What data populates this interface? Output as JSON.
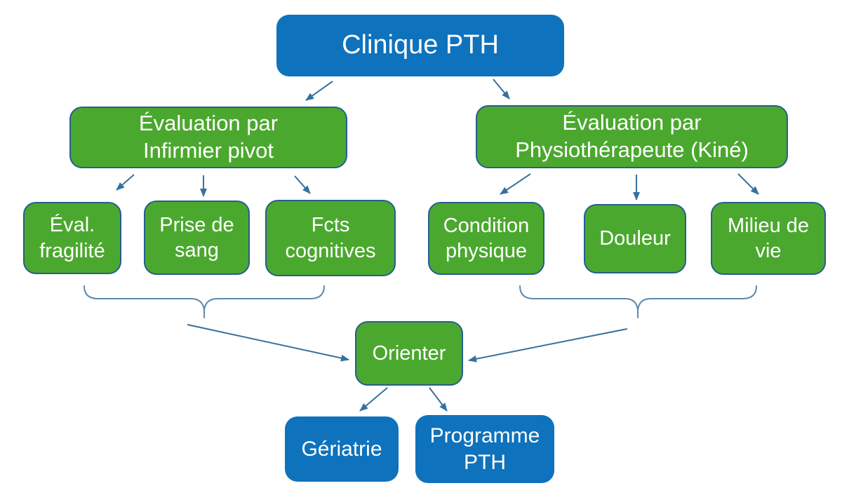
{
  "colors": {
    "node_blue_fill": "#0F72BC",
    "node_green_fill": "#4BA82F",
    "node_border": "#255E8F",
    "arrow": "#35719F",
    "brace": "#5E89AC",
    "node_text": "#FFFFFF",
    "background": "#FFFFFF"
  },
  "nodes": {
    "clinique_pth": {
      "label": "Clinique PTH"
    },
    "eval_infirmier": {
      "label": "Évaluation par\nInfirmier pivot"
    },
    "eval_physio": {
      "label": "Évaluation par\nPhysiothérapeute (Kiné)"
    },
    "eval_fragilite": {
      "label": "Éval.\nfragilité"
    },
    "prise_de_sang": {
      "label": "Prise de\nsang"
    },
    "fcts_cognitives": {
      "label": "Fcts\ncognitives"
    },
    "condition_physique": {
      "label": "Condition\nphysique"
    },
    "douleur": {
      "label": "Douleur"
    },
    "milieu_de_vie": {
      "label": "Milieu de\nvie"
    },
    "orienter": {
      "label": "Orienter"
    },
    "geriatrie": {
      "label": "Gériatrie"
    },
    "programme_pth": {
      "label": "Programme\nPTH"
    }
  },
  "edges": [
    {
      "from": "clinique_pth",
      "to": "eval_infirmier"
    },
    {
      "from": "clinique_pth",
      "to": "eval_physio"
    },
    {
      "from": "eval_infirmier",
      "to": "eval_fragilite"
    },
    {
      "from": "eval_infirmier",
      "to": "prise_de_sang"
    },
    {
      "from": "eval_infirmier",
      "to": "fcts_cognitives"
    },
    {
      "from": "eval_physio",
      "to": "condition_physique"
    },
    {
      "from": "eval_physio",
      "to": "douleur"
    },
    {
      "from": "eval_physio",
      "to": "milieu_de_vie"
    },
    {
      "from": "brace_left_group",
      "to": "orienter"
    },
    {
      "from": "brace_right_group",
      "to": "orienter"
    },
    {
      "from": "orienter",
      "to": "geriatrie"
    },
    {
      "from": "orienter",
      "to": "programme_pth"
    }
  ]
}
